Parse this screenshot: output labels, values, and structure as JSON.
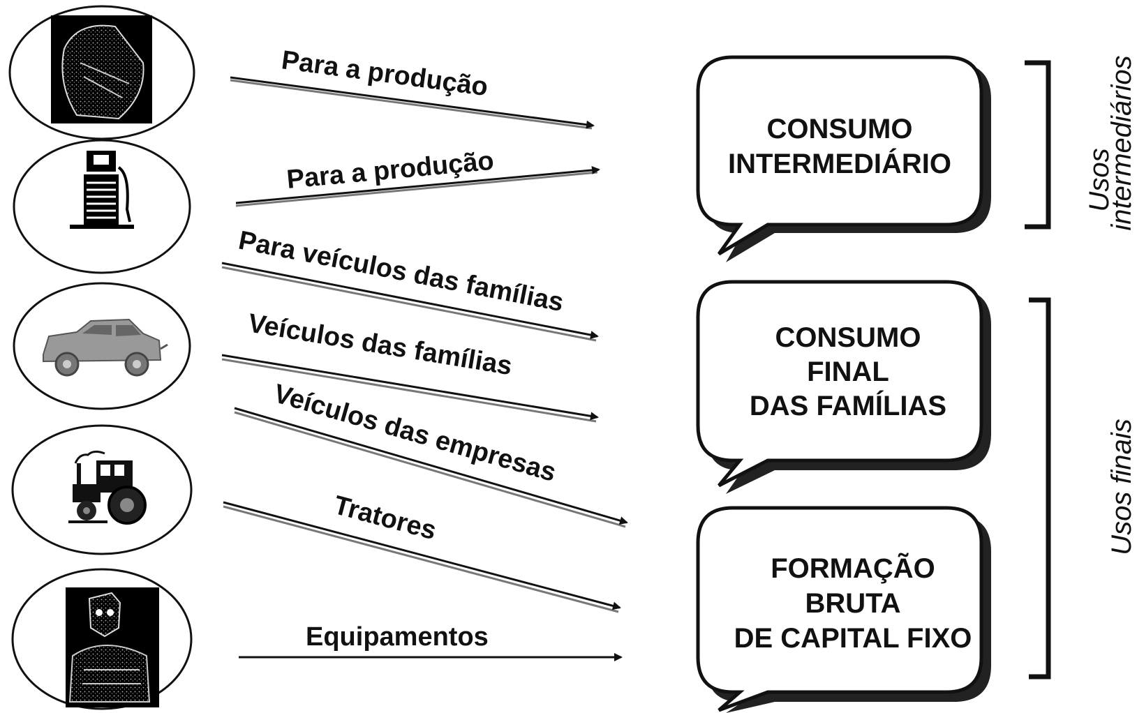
{
  "flows": [
    {
      "label": "Para a produção"
    },
    {
      "label": "Para a produção"
    },
    {
      "label": "Para veículos das famílias"
    },
    {
      "label": "Veículos das famílias"
    },
    {
      "label": "Veículos das empresas"
    },
    {
      "label": "Tratores"
    },
    {
      "label": "Equipamentos"
    }
  ],
  "boxes": [
    {
      "lines": [
        "CONSUMO",
        "INTERMEDIÁRIO"
      ]
    },
    {
      "lines": [
        "CONSUMO",
        "FINAL",
        "DAS FAMÍLIAS"
      ]
    },
    {
      "lines": [
        "FORMAÇÃO",
        "BRUTA",
        "DE CAPITAL FIXO"
      ]
    }
  ],
  "side_labels": {
    "intermediate": [
      "Usos",
      "intermediários"
    ],
    "final": [
      "Usos finais"
    ]
  },
  "sources": [
    {
      "icon": "raw-material-sack-icon"
    },
    {
      "icon": "fuel-pump-icon"
    },
    {
      "icon": "car-icon"
    },
    {
      "icon": "tractor-icon"
    },
    {
      "icon": "machinery-equipment-icon"
    }
  ]
}
